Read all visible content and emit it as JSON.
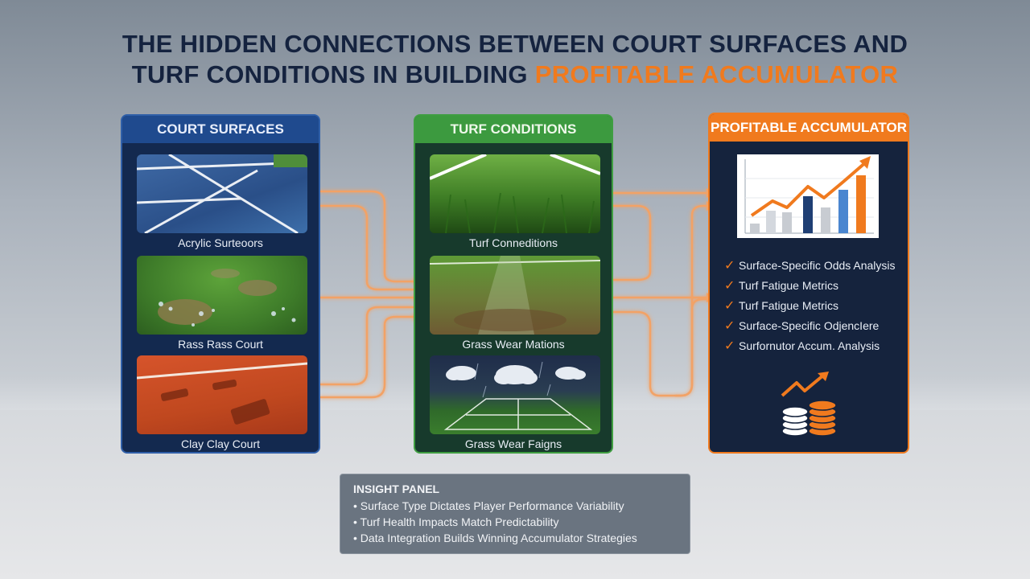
{
  "title": {
    "line1": "THE HIDDEN CONNECTIONS BETWEEN COURT SURFACES AND",
    "line2_prefix": "TURF CONDITIONS IN BUILDING ",
    "line2_highlight": "PROFITABLE ACCUMULATOR"
  },
  "court_surfaces": {
    "header": "COURT SURFACES",
    "items": [
      {
        "label": "Acrylic Surteoors"
      },
      {
        "label": "Rass Rass Court"
      },
      {
        "label": "Clay Clay Court"
      }
    ]
  },
  "turf_conditions": {
    "header": "TURF CONDITIONS",
    "items": [
      {
        "label": "Turf Conneditions"
      },
      {
        "label": "Grass Wear Mations"
      },
      {
        "label": "Grass Wear Faigns"
      }
    ]
  },
  "accumulator": {
    "header": "PROFITABLE ACCUMULATOR",
    "checklist": [
      "Surface-Specific Odds Analysis",
      "Turf Fatigue Metrics",
      "Turf Fatigue Metrics",
      "Surface-Specific OdjencIere",
      "Surfornutor Accum. Analysis"
    ],
    "check_symbol": "✓"
  },
  "insight": {
    "title": "INSIGHT PANEL",
    "items": [
      "Surface Type Dictates Player Performance Variability",
      "Turf Health Impacts Match Predictability",
      "Data Integration Builds Winning Accumulator Strategies"
    ]
  },
  "icons": [
    "bar-chart-icon",
    "trend-arrow-icon",
    "coin-stack-icon",
    "rain-cloud-icon",
    "checkmark-icon"
  ],
  "colors": {
    "navy": "#15233f",
    "orange": "#f07a1e",
    "green": "#3c9a3f",
    "blue": "#1f4a8e",
    "flow": "#f2a266"
  }
}
